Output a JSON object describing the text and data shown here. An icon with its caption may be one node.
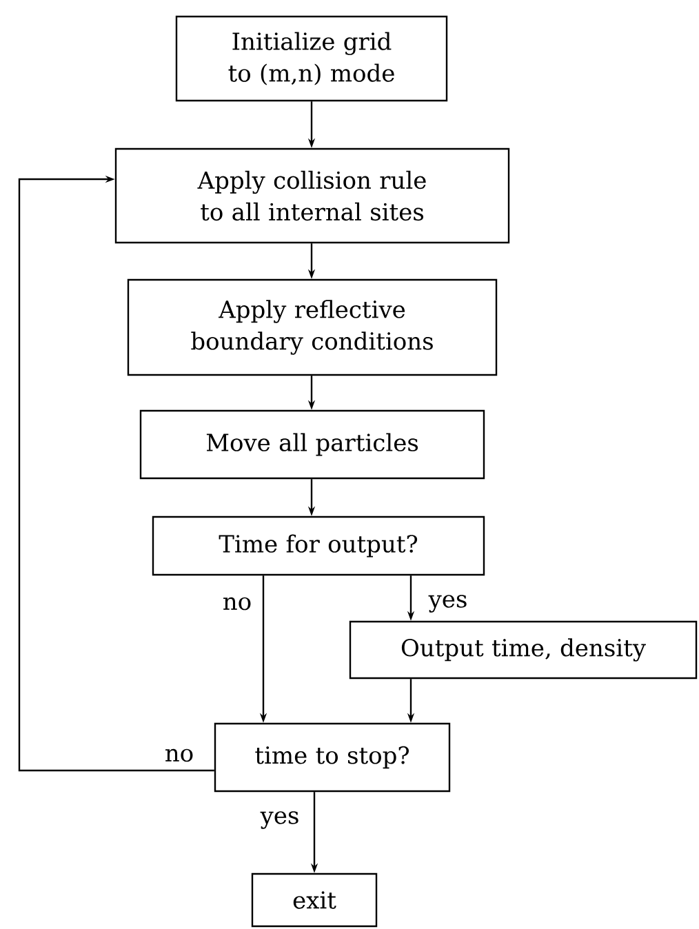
{
  "diagram": {
    "nodes": [
      {
        "text": [
          "Initialize grid to (m,n) mode"
        ]
      },
      {
        "text": [
          "Apply collision rule to all internal sites"
        ]
      },
      {
        "text": [
          "Apply reflective boundary conditions"
        ]
      },
      {
        "text": [
          "Move all particles"
        ]
      },
      {
        "text": [
          "Time for output?"
        ]
      },
      {
        "text": [
          "Output time, density"
        ]
      },
      {
        "text": [
          "time to stop?"
        ]
      },
      {
        "text": [
          "exit"
        ]
      }
    ],
    "edges": [
      {
        "from": 0,
        "to": 1,
        "arrow": "to"
      },
      {
        "from": 1,
        "to": 2,
        "arrow": "to"
      },
      {
        "from": 2,
        "to": 3,
        "arrow": "to"
      },
      {
        "from": 3,
        "to": 4,
        "arrow": "to"
      },
      {
        "from": 4,
        "to": 6,
        "arrow": "to",
        "label": "no"
      },
      {
        "from": 4,
        "to": 5,
        "arrow": "to",
        "label": "yes"
      },
      {
        "from": 5,
        "to": 6,
        "arrow": "to"
      },
      {
        "from": 6,
        "to": 1,
        "arrow": "to",
        "label": "no"
      },
      {
        "from": 6,
        "to": 7,
        "arrow": "to",
        "label": "yes"
      }
    ]
  }
}
